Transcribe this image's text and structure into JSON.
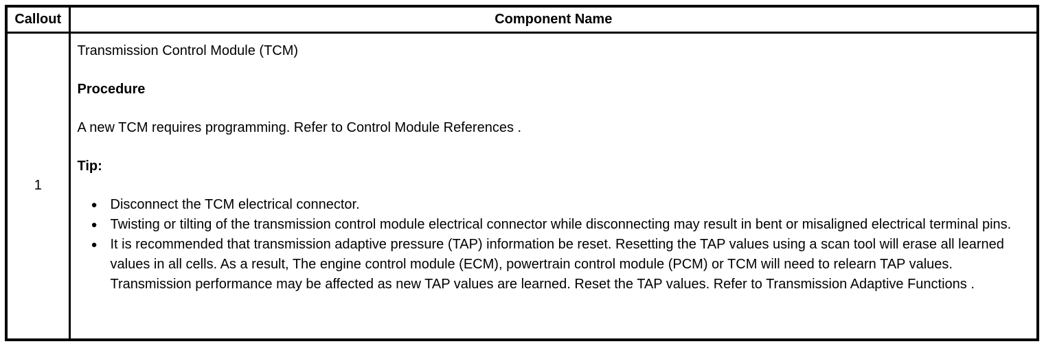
{
  "table": {
    "headers": {
      "callout": "Callout",
      "component_name": "Component Name"
    },
    "row": {
      "callout": "1",
      "component_title": "Transmission Control Module (TCM)",
      "procedure_heading": "Procedure",
      "procedure_text": "A new TCM requires programming. Refer to Control Module References .",
      "tip_heading": "Tip:",
      "tips": [
        "Disconnect the TCM electrical connector.",
        "Twisting or tilting of the transmission control module electrical connector while disconnecting may result in bent or misaligned electrical terminal pins.",
        "It is recommended that transmission adaptive pressure (TAP) information be reset. Resetting the TAP values using a scan tool will erase all learned values in all cells. As a result, The engine control module (ECM), powertrain control module (PCM) or TCM will need to relearn TAP values. Transmission performance may be affected as new TAP values are learned. Reset the TAP values. Refer to Transmission Adaptive Functions ."
      ]
    },
    "colors": {
      "border": "#000000",
      "background": "#ffffff",
      "text": "#000000"
    }
  }
}
